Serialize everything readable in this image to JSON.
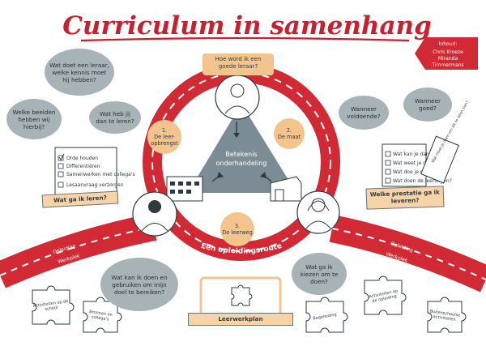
{
  "title": "Curriculum in samenhang",
  "credits": {
    "heading": "Inhoud:",
    "names": [
      "Chris Kroeze",
      "Miranda",
      "Timmermans"
    ]
  },
  "top_question": "Hoe word ik een goede leraar?",
  "steps": [
    {
      "number": "1.",
      "label": "De leer-opbrengst"
    },
    {
      "number": "2.",
      "label": "De maat"
    },
    {
      "number": "3.",
      "label": "De leerweg"
    }
  ],
  "center_label": "Betekenis onderhandeling",
  "route_label": "Eén opleidingsroute",
  "route_left_labels": [
    "Opleiding",
    "Werkplek"
  ],
  "route_right_labels": [
    "Opleiding",
    "Werkplek"
  ],
  "left_bubbles": [
    "Wat doet een leraar, welke kennis moet hij hebben?",
    "Welke beelden hebben wij hierbij?",
    "Wat heb jij dan te leren?"
  ],
  "right_bubbles": [
    "Wanneer voldoende?",
    "Wanneer goed?"
  ],
  "bottom_bubbles": [
    "Wat kan ik doen en gebruiken om mijn doel te bereiken?",
    "Wat ga ik kiezen om te doen?"
  ],
  "left_checklist": [
    "Orde houden",
    "Differentiëren",
    "Samenwerken met collega's",
    "Lesaanvraag verzorgen"
  ],
  "left_banner": "Wat ga ik leren?",
  "right_checklist": [
    "Wat kan je dan?",
    "Wat weet je dan?",
    "Wat doe je dan?",
    "Wat doen de leerlingen?"
  ],
  "right_banner": "Welke prestatie ga ik leveren?",
  "right_note": "Wat moet je doen om dit te laten zien?",
  "bottom_banner": "Leerwerkplan",
  "puzzles": [
    "Activiteiten op de school",
    "Bronnen en collega's",
    "Begeleiding",
    "Activiteiten op de opleiding",
    "Buitenschoolse activiteiten"
  ],
  "colors": {
    "title": "#c8202f",
    "road": "#d22a35",
    "bubble": "#a8b3b8",
    "accent": "#f4c48e",
    "triangle": "#7b8c95"
  }
}
